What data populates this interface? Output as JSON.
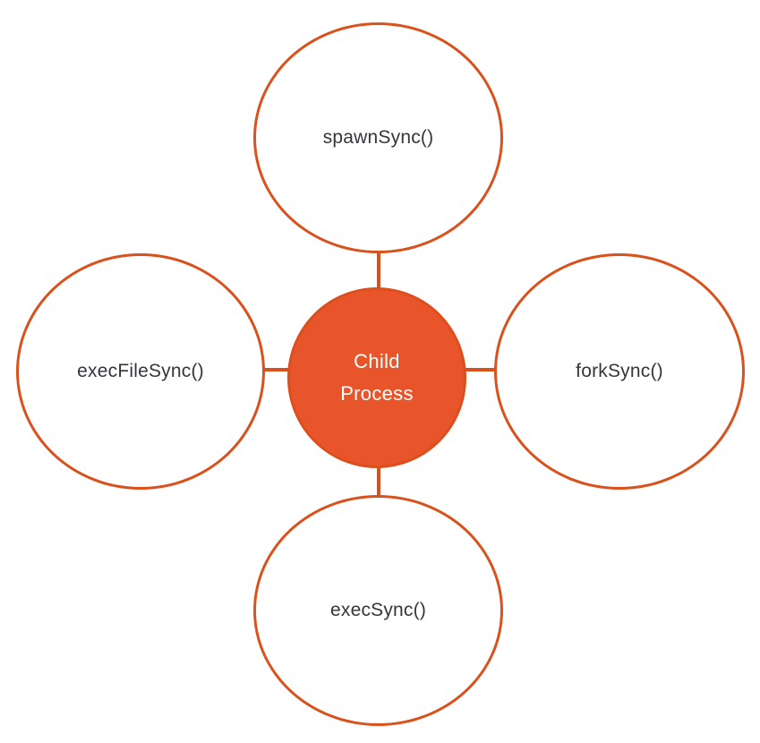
{
  "diagram": {
    "type": "hub-and-spoke",
    "center": {
      "label": "Child Process",
      "label_lines": [
        "Child",
        "Process"
      ]
    },
    "nodes": [
      {
        "id": "spawn-sync",
        "label": "spawnSync()",
        "position": "top"
      },
      {
        "id": "exec-file-sync",
        "label": "execFileSync()",
        "position": "left"
      },
      {
        "id": "fork-sync",
        "label": "forkSync()",
        "position": "right"
      },
      {
        "id": "exec-sync",
        "label": "execSync()",
        "position": "bottom"
      }
    ],
    "colors": {
      "accent_fill": "#e8552b",
      "stroke": "#d9521e",
      "node_fill": "#ffffff",
      "label_text": "#35353d",
      "center_text": "#ffffff",
      "background": "#ffffff"
    }
  }
}
